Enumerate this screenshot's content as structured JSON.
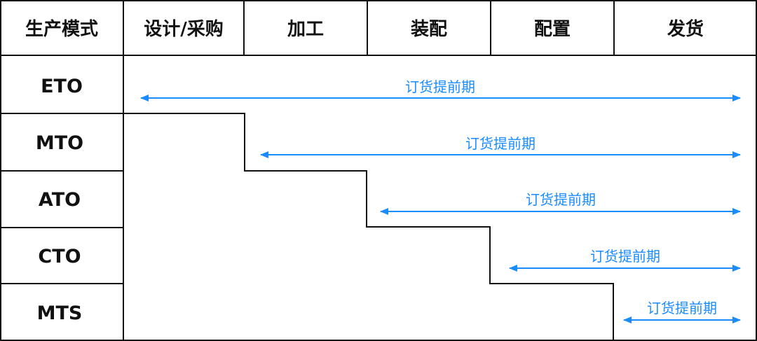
{
  "header": {
    "corner_label": "生产模式",
    "stages": [
      "设计/采购",
      "加工",
      "装配",
      "配置",
      "发货"
    ]
  },
  "rows": [
    {
      "mode": "ETO",
      "arrow_label": "订货提前期"
    },
    {
      "mode": "MTO",
      "arrow_label": "订货提前期"
    },
    {
      "mode": "ATO",
      "arrow_label": "订货提前期"
    },
    {
      "mode": "CTO",
      "arrow_label": "订货提前期"
    },
    {
      "mode": "MTS",
      "arrow_label": "订货提前期"
    }
  ],
  "colors": {
    "grid": "#111111",
    "arrow": "#1a8cff",
    "text": "#111111"
  }
}
